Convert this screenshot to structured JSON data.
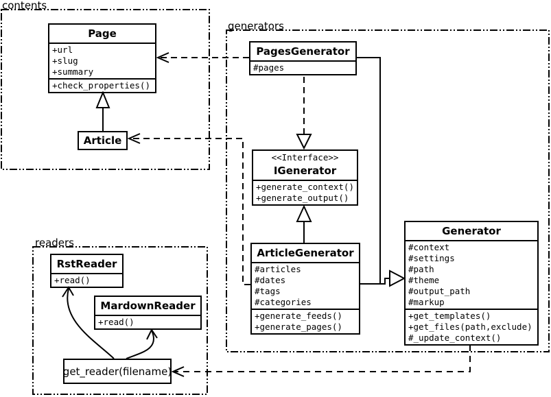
{
  "packages": {
    "contents": {
      "label": "contents"
    },
    "generators": {
      "label": "generators"
    },
    "readers": {
      "label": "readers"
    }
  },
  "classes": {
    "page": {
      "name": "Page",
      "attributes": [
        "+url",
        "+slug",
        "+summary"
      ],
      "methods": [
        "+check_properties()"
      ]
    },
    "article": {
      "name": "Article"
    },
    "pages_generator": {
      "name": "PagesGenerator",
      "attributes": [
        "#pages"
      ]
    },
    "igenerator": {
      "stereotype": "<<Interface>>",
      "name": "IGenerator",
      "methods": [
        "+generate_context()",
        "+generate_output()"
      ]
    },
    "article_generator": {
      "name": "ArticleGenerator",
      "attributes": [
        "#articles",
        "#dates",
        "#tags",
        "#categories"
      ],
      "methods": [
        "+generate_feeds()",
        "+generate_pages()"
      ]
    },
    "generator": {
      "name": "Generator",
      "attributes": [
        "#context",
        "#settings",
        "#path",
        "#theme",
        "#output_path",
        "#markup"
      ],
      "methods": [
        "+get_templates()",
        "+get_files(path,exclude)",
        "#_update_context()"
      ]
    },
    "rst_reader": {
      "name": "RstReader",
      "methods": [
        "+read()"
      ]
    },
    "mardown_reader": {
      "name": "MardownReader",
      "methods": [
        "+read()"
      ]
    },
    "get_reader": {
      "label": "get_reader(filename)"
    }
  },
  "relationships": [
    {
      "from": "Article",
      "to": "Page",
      "type": "generalization"
    },
    {
      "from": "PagesGenerator",
      "to": "Page",
      "type": "dependency"
    },
    {
      "from": "ArticleGenerator",
      "to": "Article",
      "type": "dependency"
    },
    {
      "from": "PagesGenerator",
      "to": "IGenerator",
      "type": "realization"
    },
    {
      "from": "ArticleGenerator",
      "to": "IGenerator",
      "type": "generalization"
    },
    {
      "from": "PagesGenerator",
      "to": "Generator",
      "type": "generalization"
    },
    {
      "from": "ArticleGenerator",
      "to": "Generator",
      "type": "generalization"
    },
    {
      "from": "Generator",
      "to": "get_reader(filename)",
      "type": "dependency"
    },
    {
      "from": "get_reader(filename)",
      "to": "RstReader",
      "type": "arrow"
    },
    {
      "from": "get_reader(filename)",
      "to": "MardownReader",
      "type": "arrow"
    }
  ],
  "colors": {
    "line": "#000000",
    "background": "#ffffff",
    "box_fill": "#ffffff"
  }
}
